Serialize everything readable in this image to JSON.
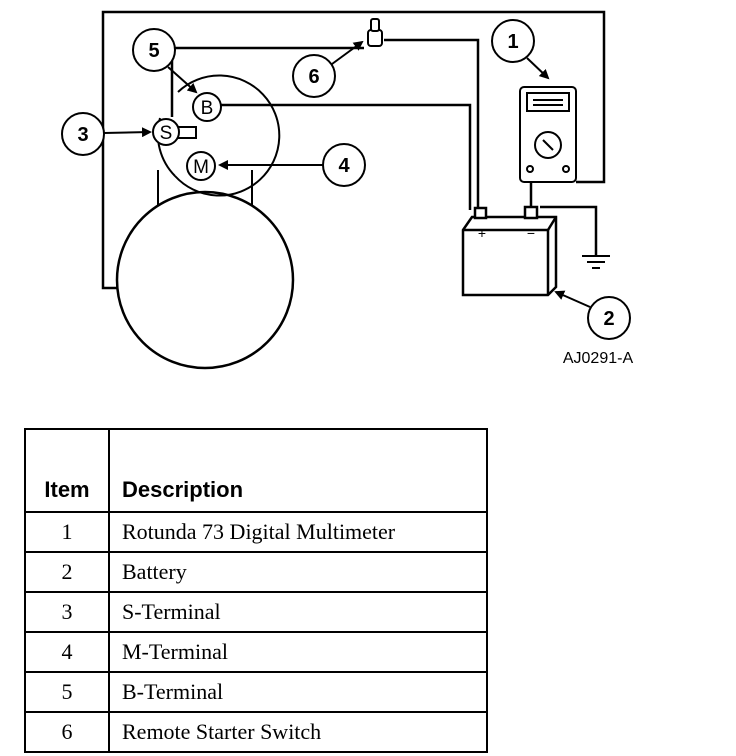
{
  "diagram": {
    "figure_id": "AJ0291-A",
    "terminals": {
      "b": "B",
      "s": "S",
      "m": "M"
    },
    "callouts": [
      "1",
      "2",
      "3",
      "4",
      "5",
      "6"
    ],
    "battery_signs": {
      "positive": "+",
      "negative": "−"
    }
  },
  "table": {
    "headers": {
      "item": "Item",
      "description": "Description"
    },
    "rows": [
      {
        "item": "1",
        "description": "Rotunda 73 Digital Multimeter"
      },
      {
        "item": "2",
        "description": "Battery"
      },
      {
        "item": "3",
        "description": "S-Terminal"
      },
      {
        "item": "4",
        "description": "M-Terminal"
      },
      {
        "item": "5",
        "description": "B-Terminal"
      },
      {
        "item": "6",
        "description": "Remote Starter Switch"
      }
    ]
  }
}
